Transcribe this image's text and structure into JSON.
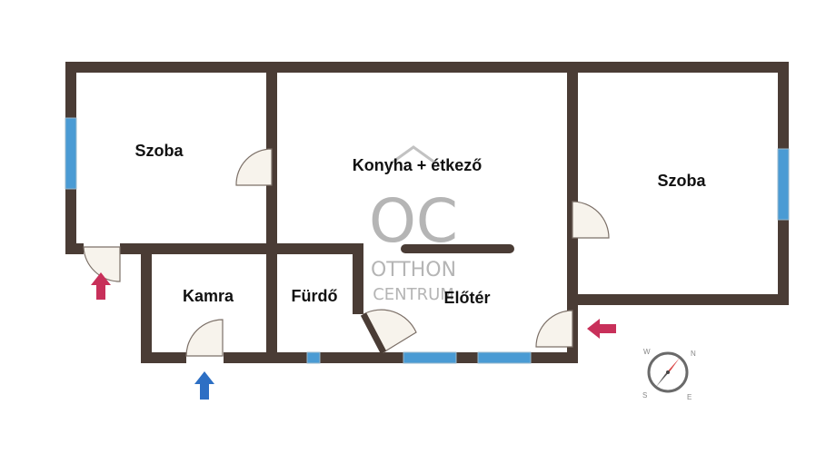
{
  "rooms": {
    "szoba_left": "Szoba",
    "konyha": "Konyha + étkező",
    "szoba_right": "Szoba",
    "kamra": "Kamra",
    "furdo": "Fürdő",
    "eloter": "Előtér"
  },
  "watermark": {
    "logo": "OC",
    "line1": "OTTHON",
    "line2": "CENTRUM"
  },
  "compass": {
    "n": "N",
    "s": "S",
    "e": "E",
    "w": "W"
  },
  "colors": {
    "wall": "#4a3c35",
    "window": "#4a9bd4",
    "door_fill": "#f7f3ec",
    "entry_arrow": "#c8305a",
    "secondary_arrow": "#2d6fc4",
    "watermark": "#b5b5b5"
  }
}
